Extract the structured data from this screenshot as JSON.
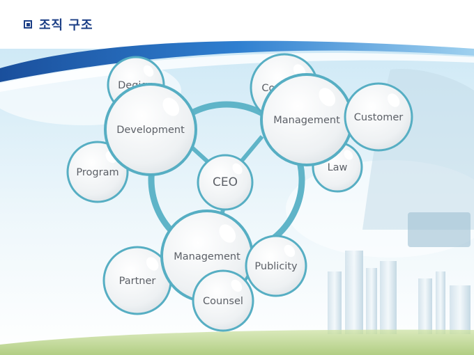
{
  "header": {
    "title": "조직 구조",
    "icon": "square-bullet-icon"
  },
  "diagram": {
    "center": "CEO",
    "departments": [
      {
        "name": "Development",
        "subs": [
          "Degign",
          "Program"
        ]
      },
      {
        "name": "Management",
        "subs": [
          "Contents",
          "Customer",
          "Law"
        ]
      },
      {
        "name": "Management",
        "subs": [
          "Publicity",
          "Counsel",
          "Partner"
        ]
      }
    ]
  },
  "colors": {
    "title": "#1c3f86",
    "ring": "#5fb4c8",
    "bubble_fill": "#eef1f3",
    "bubble_stroke": "#56aec3",
    "label": "#5b5f66",
    "sky_top": "#c9e6f5",
    "accent_blue": "#1d5aa8",
    "grass": "#a8c96b"
  }
}
